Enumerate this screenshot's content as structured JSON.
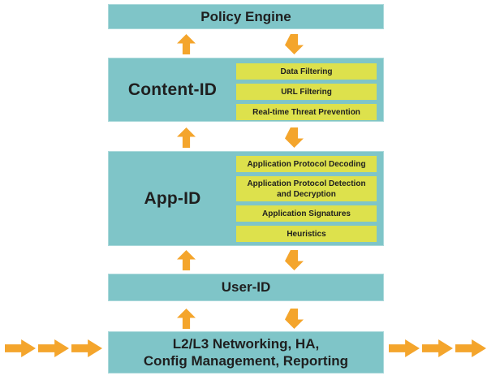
{
  "colors": {
    "teal": "#7fc5c8",
    "yellow": "#dde14c",
    "orange": "#f4a52c",
    "text": "#1f1f1f",
    "bg": "#ffffff"
  },
  "layers": {
    "policy_engine": {
      "label": "Policy Engine"
    },
    "content_id": {
      "label": "Content-ID",
      "modules": [
        "Data Filtering",
        "URL Filtering",
        "Real-time Threat Prevention"
      ]
    },
    "app_id": {
      "label": "App-ID",
      "modules": [
        "Application Protocol Decoding",
        "Application Protocol Detection\nand Decryption",
        "Application Signatures",
        "Heuristics"
      ]
    },
    "user_id": {
      "label": "User-ID"
    },
    "networking": {
      "label": "L2/L3 Networking, HA,\nConfig Management, Reporting"
    }
  }
}
